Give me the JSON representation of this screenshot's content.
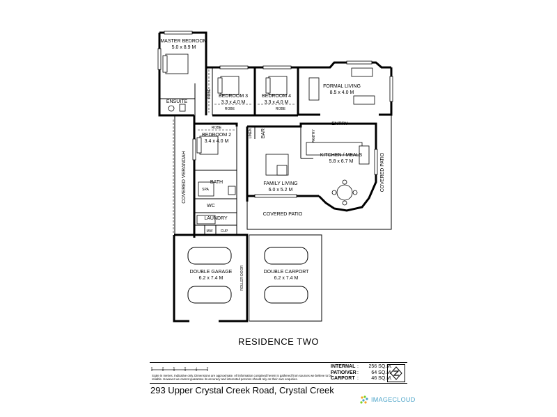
{
  "rooms": {
    "master_bedroom": {
      "name": "MASTER BEDROOM",
      "size": "5.0 x 8.9 M"
    },
    "ensuite": {
      "name": "ENSUITE"
    },
    "robe_master": {
      "name": "ROBE"
    },
    "bedroom3": {
      "name": "BEDROOM 3",
      "size": "3.3 x 4.0 M",
      "robe": "ROBE"
    },
    "bedroom4": {
      "name": "BEDROOM 4",
      "size": "3.3 x 4.0 M",
      "robe": "ROBE"
    },
    "formal_living": {
      "name": "FORMAL LIVING",
      "size": "8.5 x 4.0 M"
    },
    "entry": {
      "name": "ENTRY"
    },
    "bedroom2": {
      "name": "BEDROOM 2",
      "size": "3.4 x 4.0 M",
      "robe": "ROBE"
    },
    "linen": {
      "name": "LINEN"
    },
    "bar": {
      "name": "BAR"
    },
    "pantry": {
      "name": "PANTRY"
    },
    "kitchen": {
      "name": "KITCHEN / MEALS",
      "size": "5.8 x 6.7 M"
    },
    "bath": {
      "name": "BATH",
      "spa": "SPA"
    },
    "family_living": {
      "name": "FAMILY LIVING",
      "size": "6.0 x 5.2 M"
    },
    "wc": {
      "name": "WC"
    },
    "laundry": {
      "name": "LAUNDRY",
      "mw": "MW",
      "cup": "CUP"
    },
    "covered_patio_center": {
      "name": "COVERED PATIO"
    },
    "covered_patio_right": {
      "name": "COVERED PATIO"
    },
    "covered_verandah": {
      "name": "COVERED VERANDAH"
    },
    "double_garage": {
      "name": "DOUBLE GARAGE",
      "size": "6.2 x 7.4 M"
    },
    "roller_door": {
      "name": "ROLLER DOOR"
    },
    "double_carport": {
      "name": "DOUBLE CARPORT",
      "size": "6.2 x 7.4 M"
    }
  },
  "title": "RESIDENCE TWO",
  "scale_ticks": [
    "0",
    "1",
    "2",
    "3",
    "4",
    "5"
  ],
  "disclaimer": "Scale in metres. Indicative only. Dimensions are approximate. All information contained herein is gathered from sources we believe to be reliable. However we cannot guarantee its accuracy and interested persons should rely on their own enquiries.",
  "areas": [
    {
      "label": "INTERNAL",
      "value": "256 SQ.M."
    },
    {
      "label": "PATIO/VER",
      "value": "64 SQ.M."
    },
    {
      "label": "CARPORT",
      "value": "46 SQ.M."
    }
  ],
  "address": "293 Upper Crystal Creek Road, Crystal Creek",
  "brand": "IMAGECLOUD",
  "colors": {
    "brand": "#4aa3c8",
    "line": "#000000",
    "background": "#ffffff"
  }
}
